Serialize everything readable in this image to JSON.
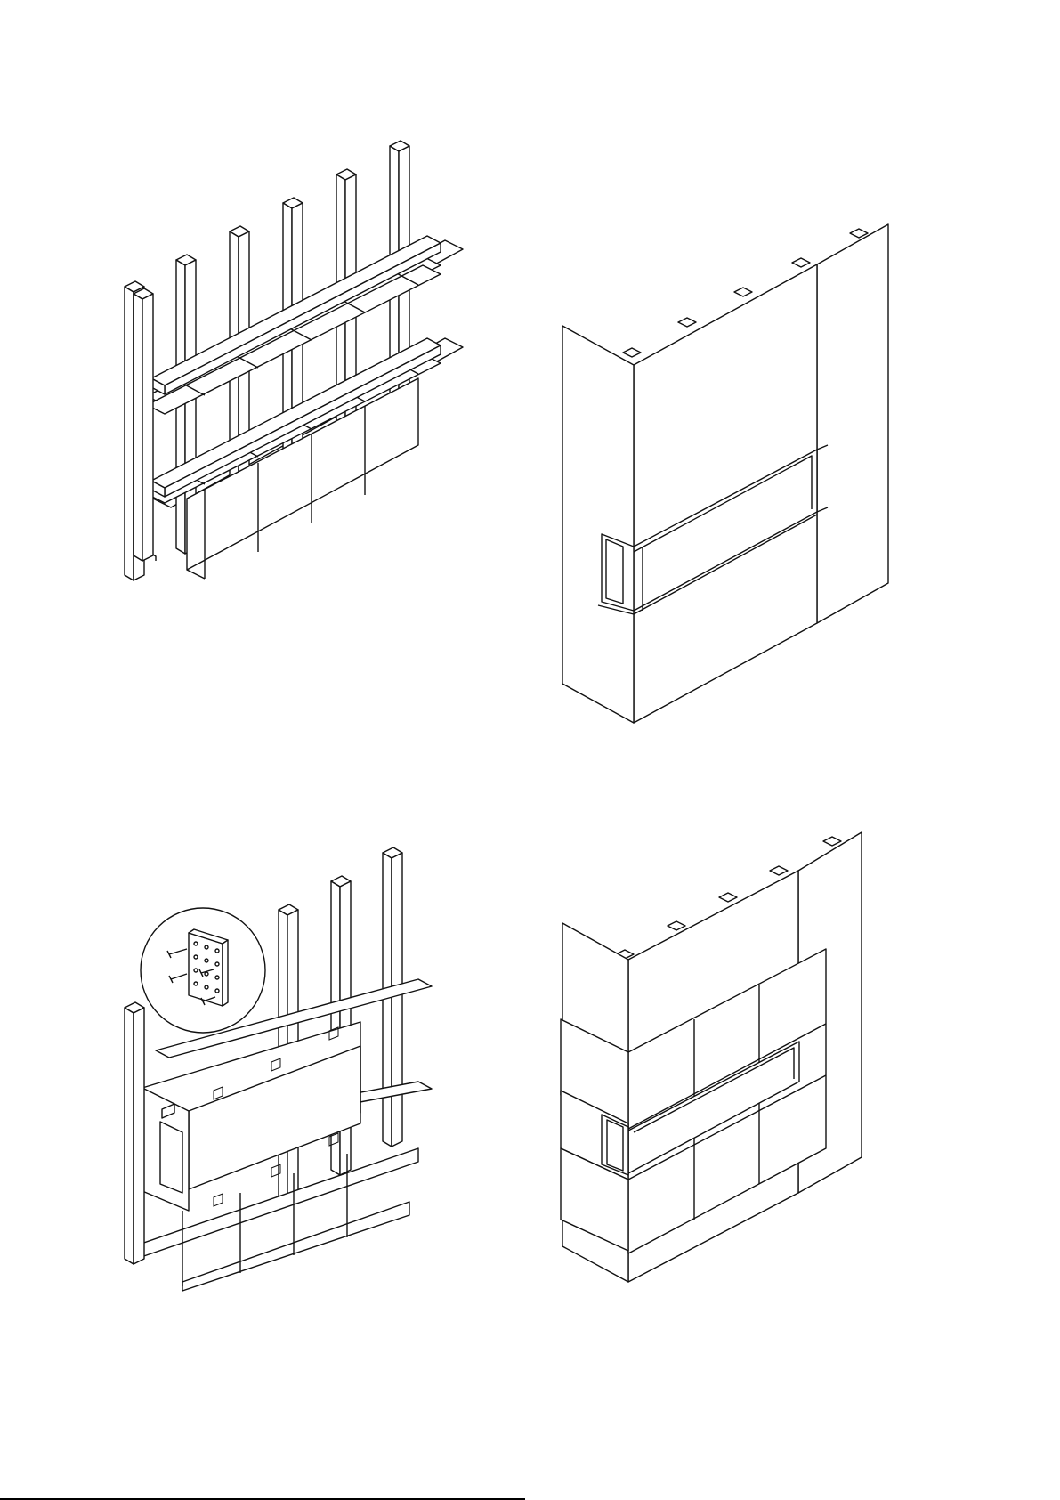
{
  "figures": [
    {
      "id": "frame-studs",
      "description_key": "panel-1"
    },
    {
      "id": "clad-corner",
      "description_key": "panel-2"
    },
    {
      "id": "frame-with-insert",
      "description_key": "panel-3"
    },
    {
      "id": "tiled-corner",
      "description_key": "panel-4"
    }
  ],
  "footer": {
    "page_number": ""
  },
  "colors": {
    "line": "#111111",
    "background": "#ffffff"
  }
}
